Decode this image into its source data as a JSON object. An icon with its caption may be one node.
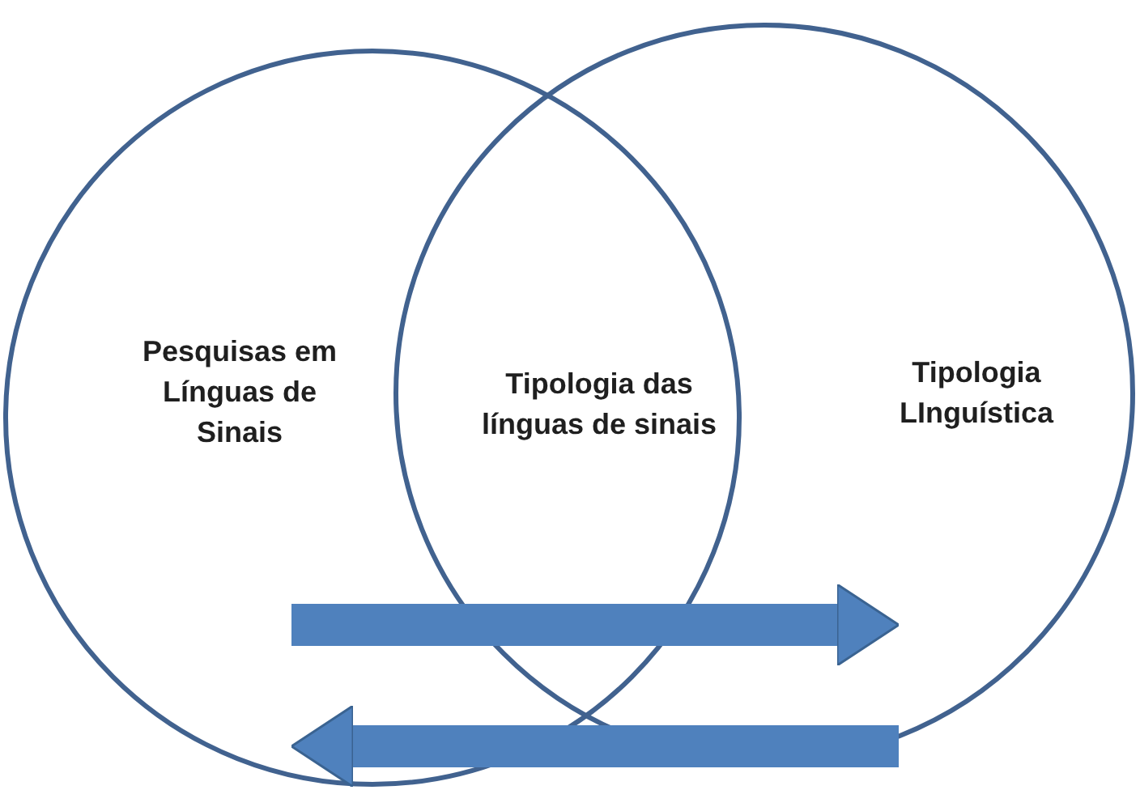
{
  "diagram": {
    "nodes": [
      {
        "text": [
          "Pesquisas em Línguas de Sinais"
        ]
      },
      {
        "text": [
          "Tipologia LInguística"
        ]
      },
      {
        "text": [
          "Tipologia das línguas de sinais"
        ]
      }
    ],
    "edges": [
      {
        "from": 0,
        "to": 1,
        "arrow": "to"
      },
      {
        "from": 1,
        "to": 0,
        "arrow": "to"
      }
    ]
  }
}
